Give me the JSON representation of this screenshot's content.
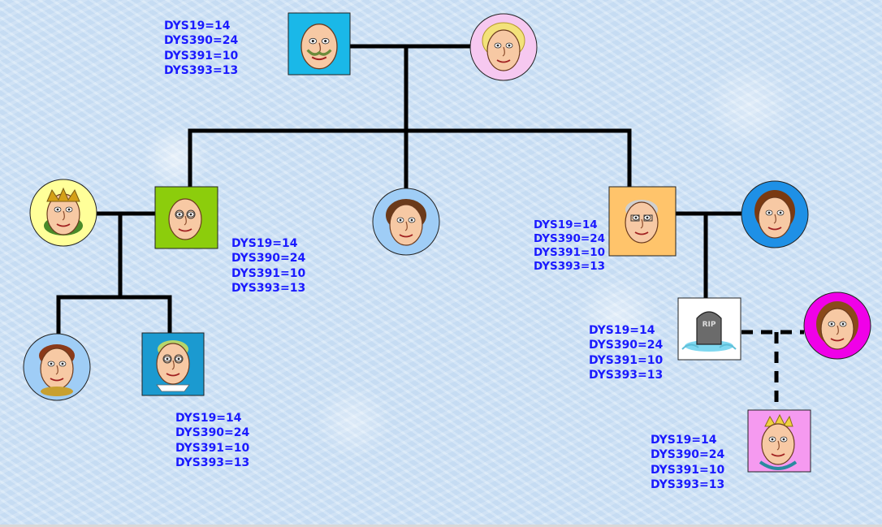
{
  "nodes": [
    {
      "id": "grandfather",
      "shape": "square",
      "fill": "#1ab8e8",
      "sex": "male"
    },
    {
      "id": "grandmother",
      "shape": "circle",
      "fill": "#f6c8f0",
      "sex": "female"
    },
    {
      "id": "son-left",
      "shape": "square",
      "fill": "#8ccd0c",
      "sex": "male"
    },
    {
      "id": "son-left-wife",
      "shape": "circle",
      "fill": "#ffff99",
      "sex": "female"
    },
    {
      "id": "daughter-middle",
      "shape": "circle",
      "fill": "#9fcdf6",
      "sex": "female"
    },
    {
      "id": "son-right",
      "shape": "square",
      "fill": "#ffc46b",
      "sex": "male"
    },
    {
      "id": "son-right-wife",
      "shape": "circle",
      "fill": "#1e90e6",
      "sex": "female"
    },
    {
      "id": "granddaughter-left",
      "shape": "circle",
      "fill": "#9fcdf6",
      "sex": "female"
    },
    {
      "id": "grandson-left",
      "shape": "square",
      "fill": "#1b9ad0",
      "sex": "male"
    },
    {
      "id": "grandson-right-deceased",
      "shape": "square",
      "fill": "#ffffff",
      "sex": "male",
      "deceased": true
    },
    {
      "id": "partner-of-deceased",
      "shape": "circle",
      "fill": "#f000e8",
      "sex": "female"
    },
    {
      "id": "great-grandson",
      "shape": "square",
      "fill": "#f59af0",
      "sex": "male"
    }
  ],
  "labels": {
    "grandfather": [
      "DYS19=14",
      "DYS390=24",
      "DYS391=10",
      "DYS393=13"
    ],
    "son_left": [
      "DYS19=14",
      "DYS390=24",
      "DYS391=10",
      "DYS393=13"
    ],
    "grandson_left": [
      "DYS19=14",
      "DYS390=24",
      "DYS391=10",
      "DYS393=13"
    ],
    "son_right": [
      "DYS19=14",
      "DYS390=24",
      "DYS391=10",
      "DYS393=13"
    ],
    "deceased_grandson": [
      "DYS19=14",
      "DYS390=24",
      "DYS391=10",
      "DYS393=13"
    ],
    "great_grandson": [
      "DYS19=14",
      "DYS390=24",
      "DYS391=10",
      "DYS393=13"
    ]
  },
  "colors": {
    "label_text": "#1a1aff",
    "lines": "#000000",
    "background": "#cfe3f6"
  },
  "tombstone_text": "RIP"
}
